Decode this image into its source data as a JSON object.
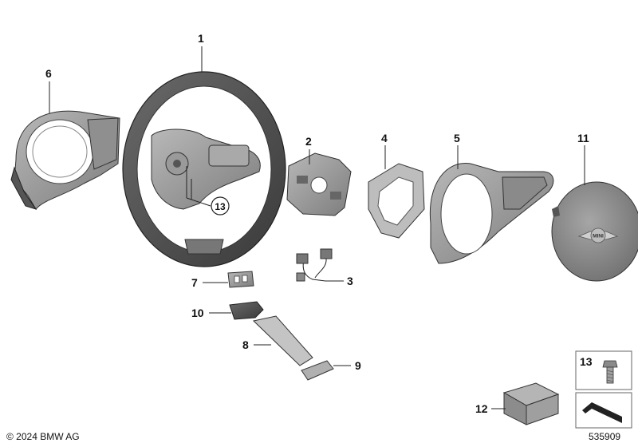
{
  "parts": [
    {
      "id": "steering-wheel",
      "callout": "1"
    },
    {
      "id": "wiring-bracket",
      "callout": "2"
    },
    {
      "id": "wire-harness",
      "callout": "3"
    },
    {
      "id": "mounting-frame",
      "callout": "4"
    },
    {
      "id": "trim-cover-front",
      "callout": "5"
    },
    {
      "id": "trim-cover-rear",
      "callout": "6"
    },
    {
      "id": "clip",
      "callout": "7"
    },
    {
      "id": "trim-strip",
      "callout": "8"
    },
    {
      "id": "lower-trim-clip",
      "callout": "9"
    },
    {
      "id": "switch-holder",
      "callout": "10"
    },
    {
      "id": "airbag-module",
      "callout": "11"
    },
    {
      "id": "repair-kit",
      "callout": "12"
    },
    {
      "id": "screw",
      "callout": "13"
    }
  ],
  "badge_text": "MINI",
  "copyright": "© 2024 BMW AG",
  "reference_number": "535909"
}
